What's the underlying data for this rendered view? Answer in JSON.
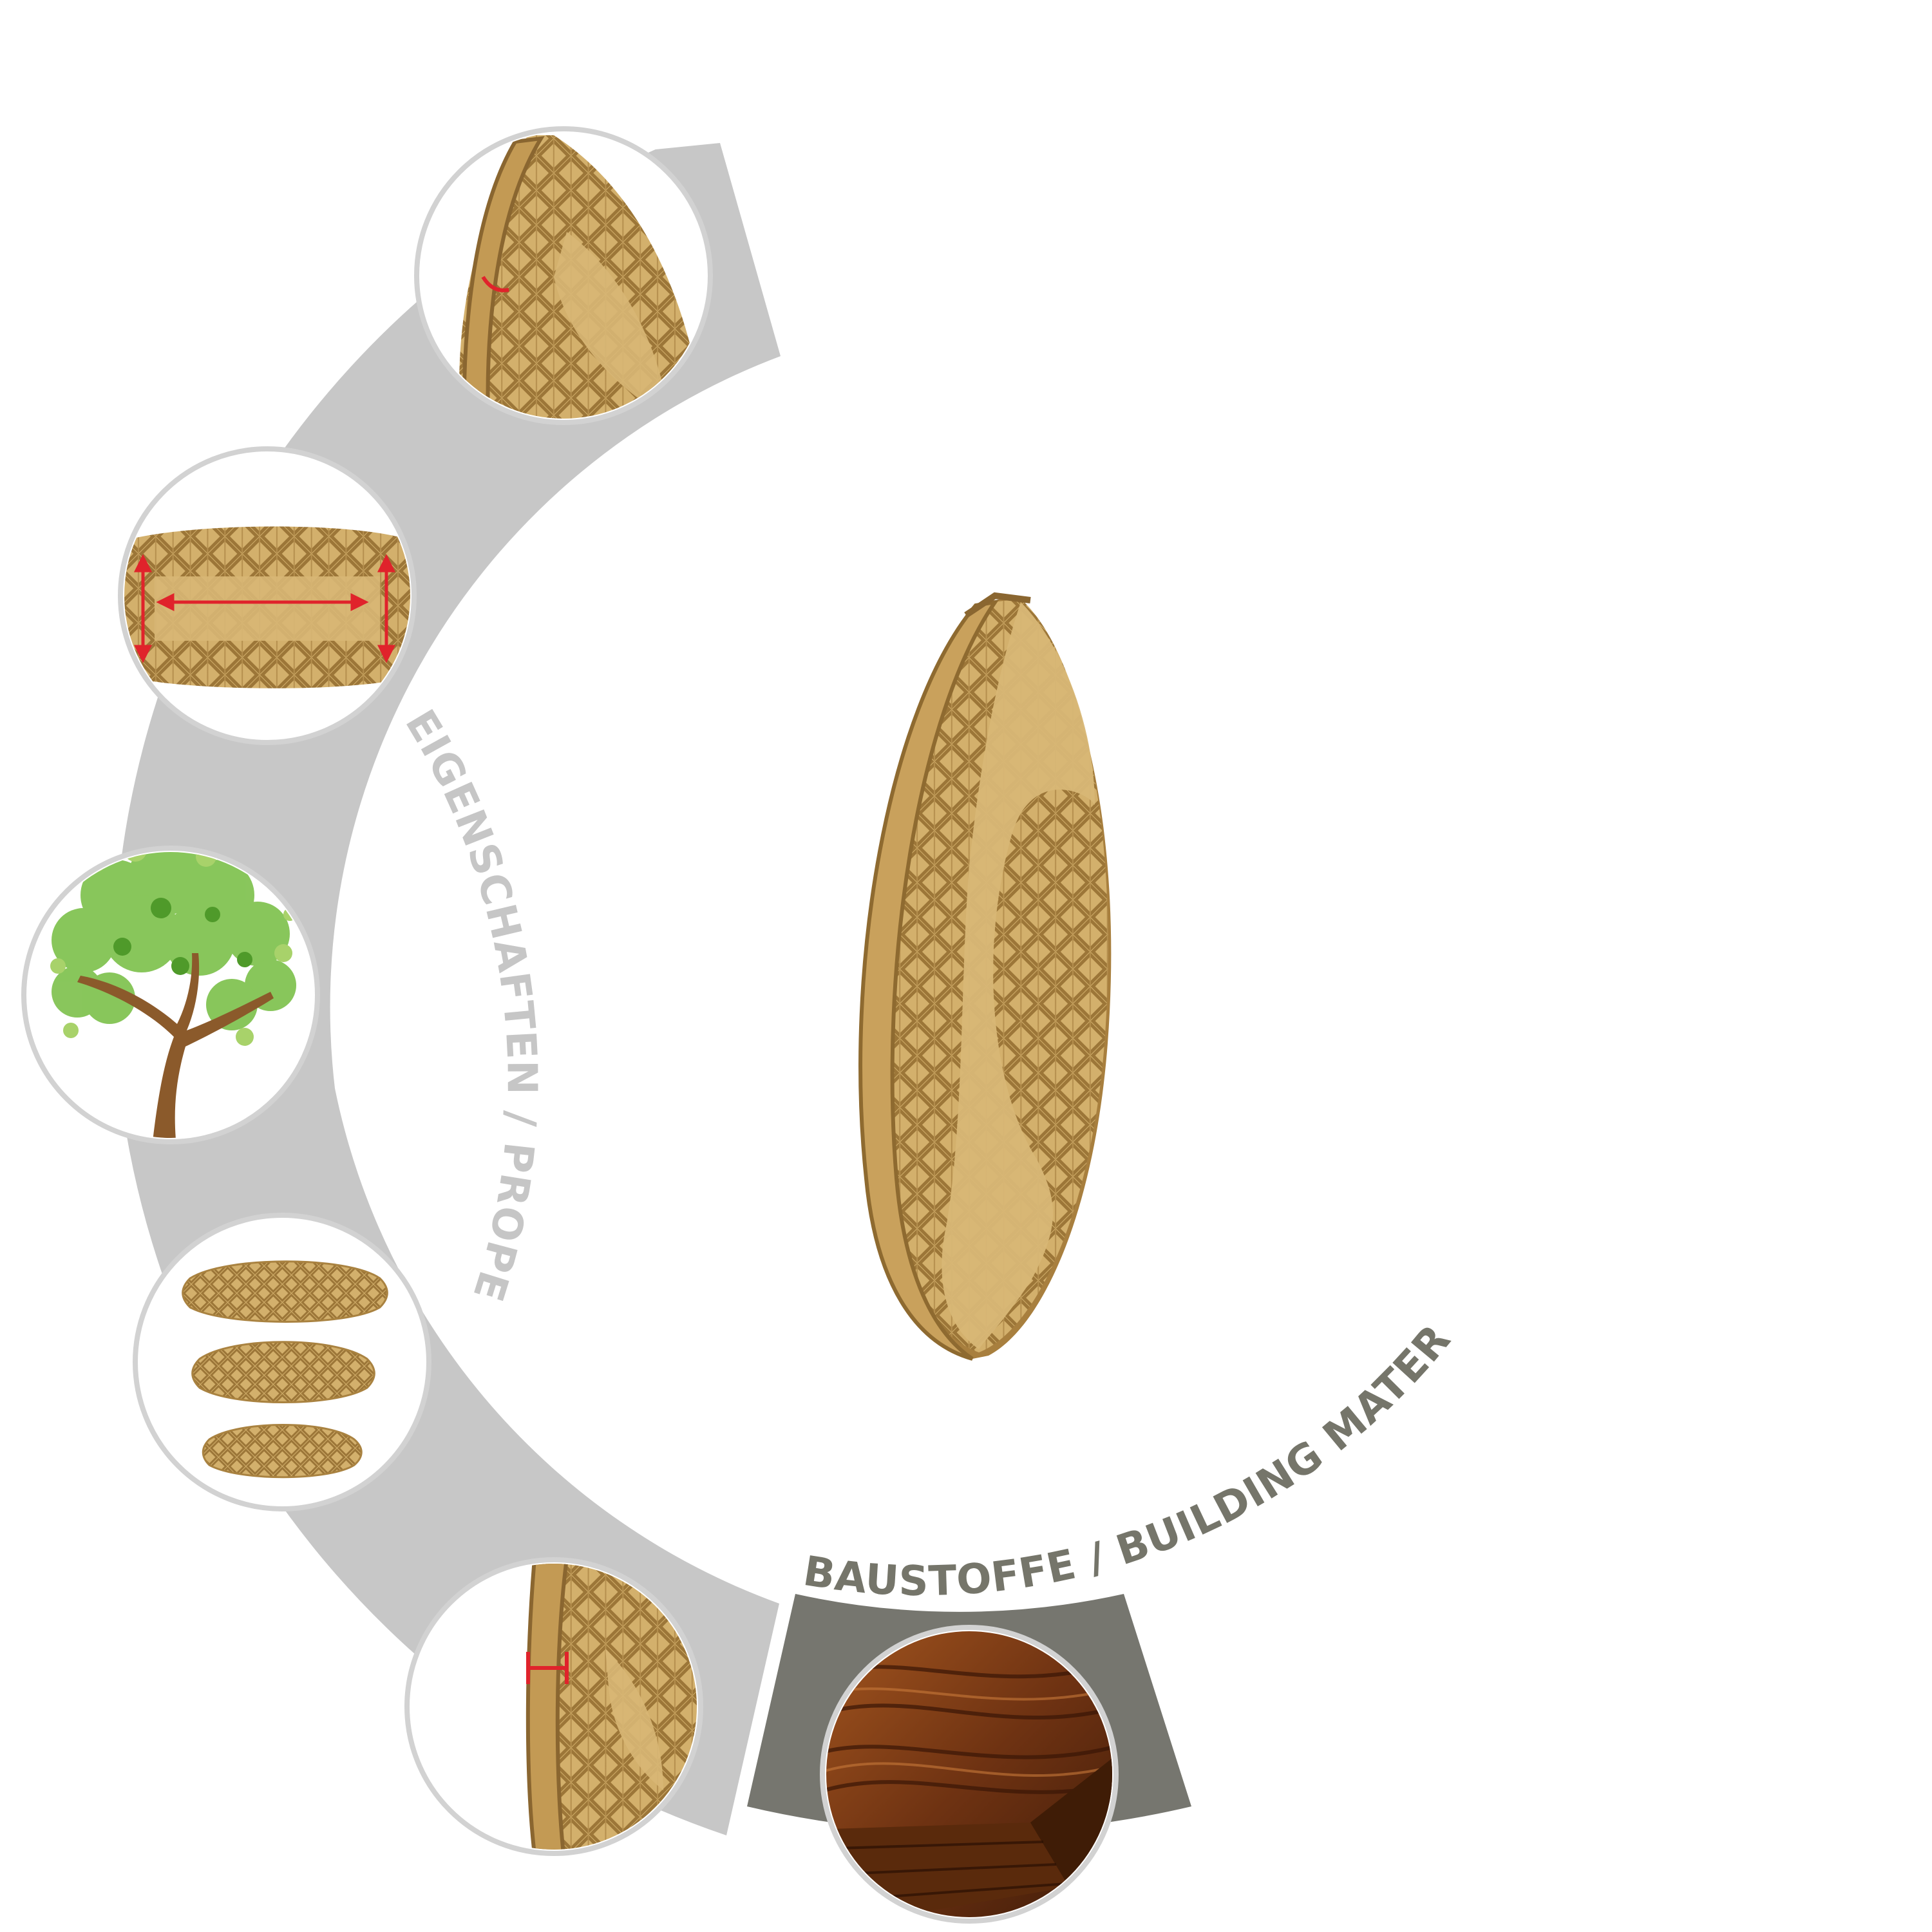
{
  "labels": {
    "properties": "EIGENSCHAFTEN / PROPERTIES",
    "building_materials": "BAUSTOFFE / BUILDING MATERIALS"
  },
  "colors": {
    "band_light": "#c7c7c7",
    "band_dark": "#76766f",
    "properties_text": "#c6c6c6",
    "materials_text": "#75756a",
    "wood_light": "#d8b774",
    "wood_mid": "#c49a55",
    "wood_dark": "#9a7436",
    "measure_red": "#e0232b",
    "tree_trunk": "#8b5a2b",
    "leaf_green": "#7cc04a",
    "plank": "#7a3b14"
  },
  "circles": [
    {
      "id": "edge-angle",
      "icon": "biscuit-edge-angle-icon"
    },
    {
      "id": "length-width",
      "icon": "biscuit-length-width-icon"
    },
    {
      "id": "natural-wood",
      "icon": "tree-icon"
    },
    {
      "id": "sizes",
      "icon": "biscuit-sizes-icon"
    },
    {
      "id": "thickness",
      "icon": "biscuit-thickness-icon"
    },
    {
      "id": "wood-material",
      "icon": "wood-plank-icon"
    }
  ]
}
